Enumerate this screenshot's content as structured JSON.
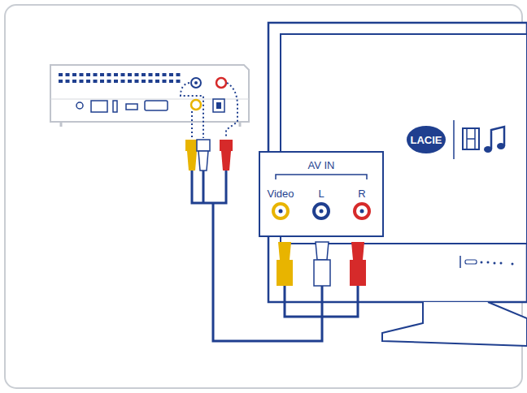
{
  "diagram": {
    "nodes": [
      {
        "text": [
          "AV IN",
          "Video",
          "L",
          "R"
        ]
      }
    ],
    "labels": [
      "LACIE"
    ]
  }
}
